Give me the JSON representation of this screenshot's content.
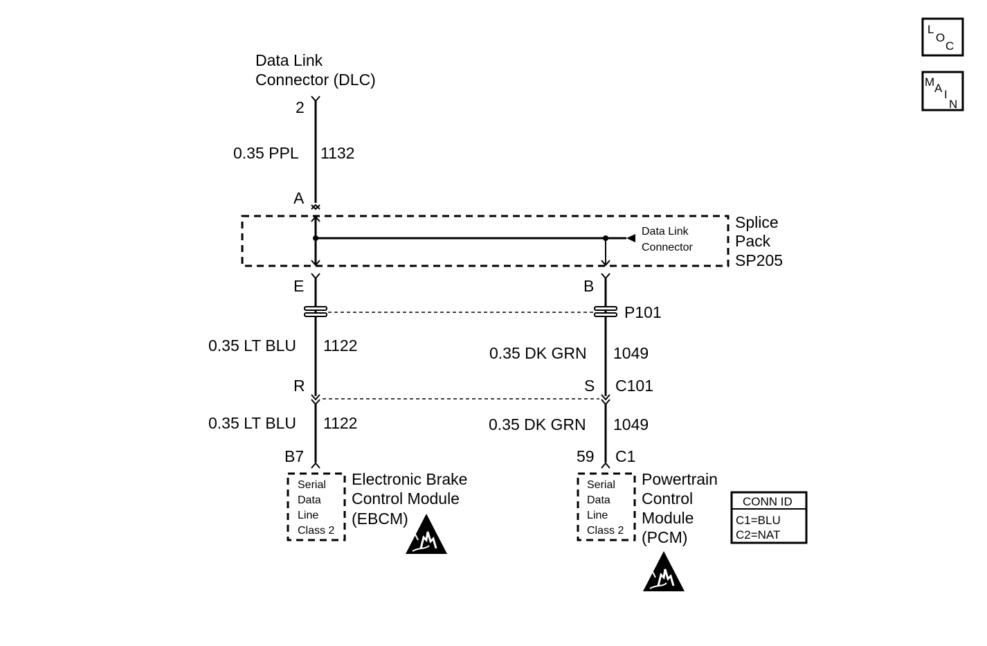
{
  "nav": {
    "loc": [
      "L",
      "O",
      "C"
    ],
    "main": [
      "M",
      "A",
      "I",
      "N"
    ]
  },
  "dlc": {
    "title_line1": "Data Link",
    "title_line2": "Connector (DLC)",
    "pin": "2",
    "wire_gauge_color": "0.35 PPL",
    "circuit": "1132",
    "splice_pin": "A"
  },
  "splice_pack": {
    "label_line1": "Splice",
    "label_line2": "Pack",
    "label_line3": "SP205",
    "inner_label_line1": "Data Link",
    "inner_label_line2": "Connector"
  },
  "left_branch": {
    "splice_pin": "E",
    "wire1_gauge_color": "0.35 LT BLU",
    "wire1_circuit": "1122",
    "c101_pin": "R",
    "wire2_gauge_color": "0.35 LT BLU",
    "wire2_circuit": "1122",
    "module_pin": "B7"
  },
  "right_branch": {
    "splice_pin": "B",
    "p101_label": "P101",
    "wire1_gauge_color": "0.35 DK GRN",
    "wire1_circuit": "1049",
    "c101_pin": "S",
    "c101_label": "C101",
    "wire2_gauge_color": "0.35 DK GRN",
    "wire2_circuit": "1049",
    "module_pin": "59",
    "module_connector": "C1"
  },
  "ebcm": {
    "box_lines": [
      "Serial",
      "Data",
      "Line",
      "Class 2"
    ],
    "name_line1": "Electronic Brake",
    "name_line2": "Control Module",
    "name_line3": "(EBCM)",
    "esd_icon": "esd-warning-icon"
  },
  "pcm": {
    "box_lines": [
      "Serial",
      "Data",
      "Line",
      "Class 2"
    ],
    "name_line1": "Powertrain",
    "name_line2": "Control",
    "name_line3": "Module",
    "name_line4": "(PCM)",
    "esd_icon": "esd-warning-icon"
  },
  "conn_id": {
    "header": "CONN ID",
    "line1": "C1=BLU",
    "line2": "C2=NAT"
  }
}
